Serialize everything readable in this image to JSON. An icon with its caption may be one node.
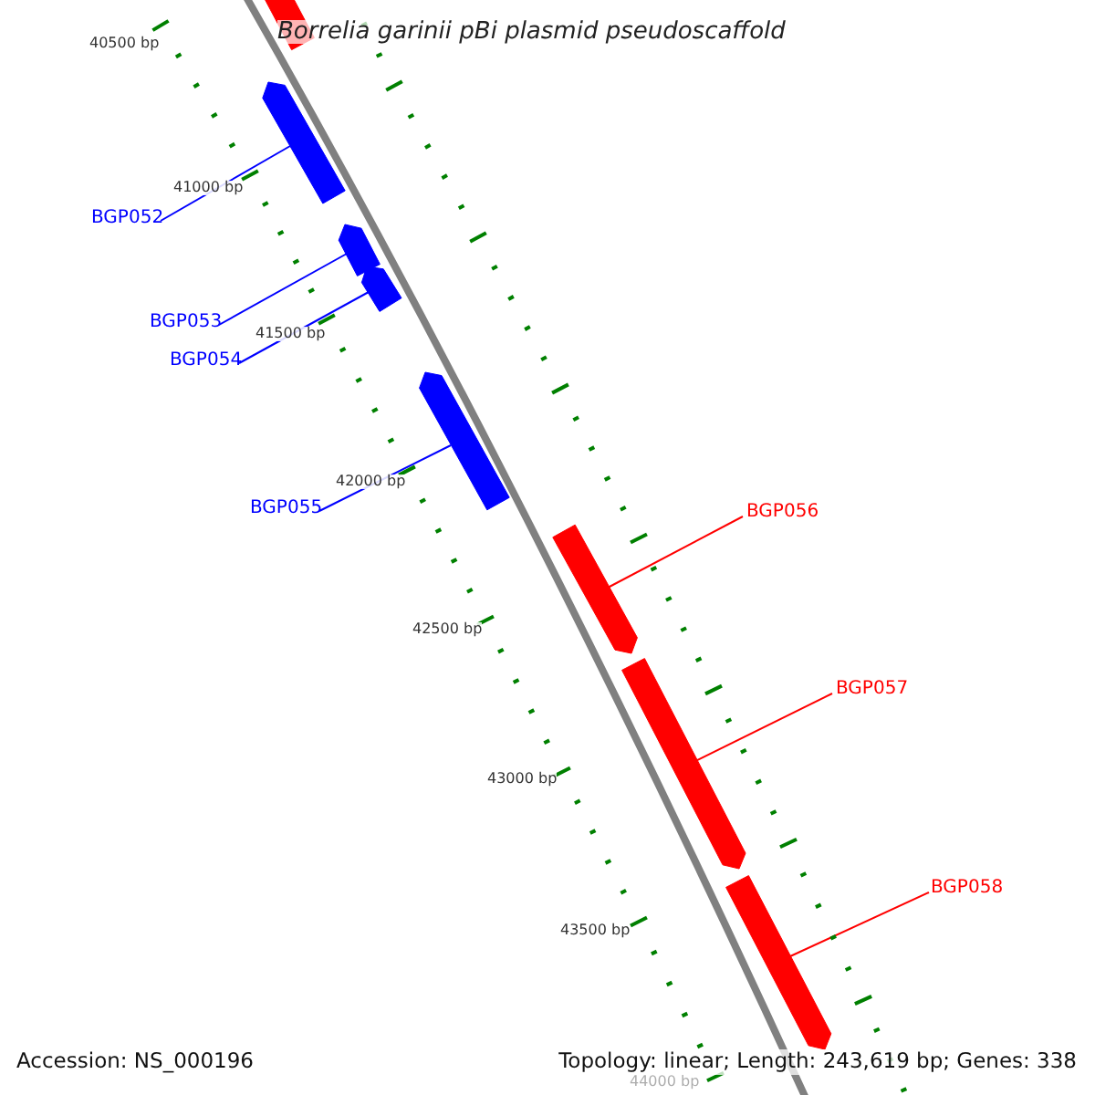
{
  "diagram": {
    "title": "Borrelia garinii pBi plasmid pseudoscaffold",
    "nodes": [
      {
        "text": [],
        "shape": "arrow"
      },
      {
        "text": [],
        "shape": "arrow"
      },
      {
        "text": [
          "BGP052"
        ]
      },
      {
        "text": [],
        "shape": "arrow"
      },
      {
        "text": [
          "BGP053"
        ]
      },
      {
        "text": [],
        "shape": "arrow"
      },
      {
        "text": [
          "BGP054"
        ]
      },
      {
        "text": [],
        "shape": "arrow"
      },
      {
        "text": [
          "BGP055"
        ]
      },
      {
        "text": [],
        "shape": "arrow"
      },
      {
        "text": [
          "BGP056"
        ]
      },
      {
        "text": [],
        "shape": "arrow"
      },
      {
        "text": [
          "BGP057"
        ]
      },
      {
        "text": [],
        "shape": "arrow"
      },
      {
        "text": [
          "BGP058"
        ]
      }
    ],
    "edges": [
      {
        "from": 2,
        "to": 1,
        "arrow": "none"
      },
      {
        "from": 4,
        "to": 3,
        "arrow": "none"
      },
      {
        "from": 6,
        "to": 5,
        "arrow": "none"
      },
      {
        "from": 8,
        "to": 7,
        "arrow": "none"
      },
      {
        "from": 10,
        "to": 9,
        "arrow": "none",
        "color": "#ff0000"
      },
      {
        "from": 12,
        "to": 11,
        "arrow": "none",
        "color": "#ff0000"
      },
      {
        "from": 14,
        "to": 13,
        "arrow": "none",
        "color": "#ff0000"
      }
    ],
    "labels": [
      "40500 bp",
      "41000 bp",
      "41500 bp",
      "42000 bp",
      "42500 bp",
      "43000 bp",
      "43500 bp",
      "44000 bp",
      "Accession: NS_000196",
      "Topology: linear; Length: 243,619 bp; Genes: 338"
    ]
  }
}
